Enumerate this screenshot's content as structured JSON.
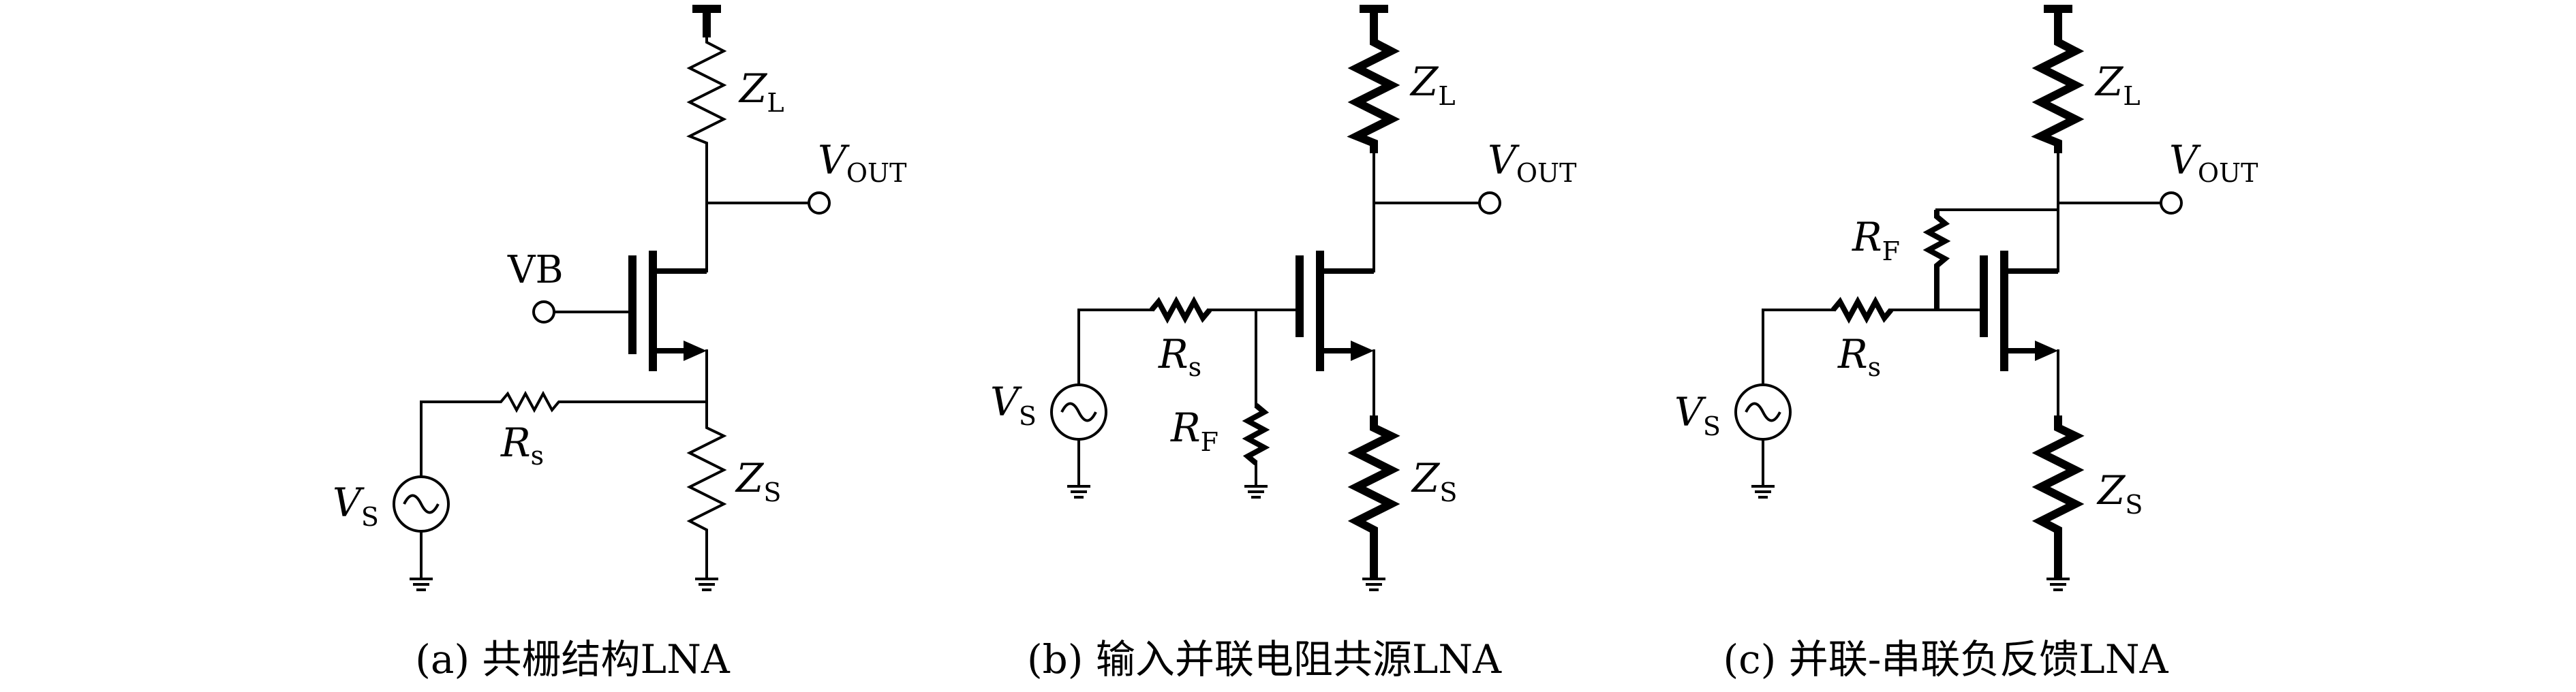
{
  "circuits": {
    "a": {
      "caption": "(a) 共栅结构LNA",
      "labels": {
        "ZL_main": "Z",
        "ZL_sub": "L",
        "VOUT_main": "V",
        "VOUT_sub": "OUT",
        "VB": "VB",
        "Rs_main": "R",
        "Rs_sub": "s",
        "ZS_main": "Z",
        "ZS_sub": "S",
        "VS_main": "V",
        "VS_sub": "S"
      }
    },
    "b": {
      "caption": "(b) 输入并联电阻共源LNA",
      "labels": {
        "ZL_main": "Z",
        "ZL_sub": "L",
        "VOUT_main": "V",
        "VOUT_sub": "OUT",
        "Rs_main": "R",
        "Rs_sub": "s",
        "RF_main": "R",
        "RF_sub": "F",
        "ZS_main": "Z",
        "ZS_sub": "S",
        "VS_main": "V",
        "VS_sub": "S"
      }
    },
    "c": {
      "caption": "(c) 并联-串联负反馈LNA",
      "labels": {
        "ZL_main": "Z",
        "ZL_sub": "L",
        "VOUT_main": "V",
        "VOUT_sub": "OUT",
        "RF_main": "R",
        "RF_sub": "F",
        "Rs_main": "R",
        "Rs_sub": "s",
        "ZS_main": "Z",
        "ZS_sub": "S",
        "VS_main": "V",
        "VS_sub": "S"
      }
    }
  }
}
